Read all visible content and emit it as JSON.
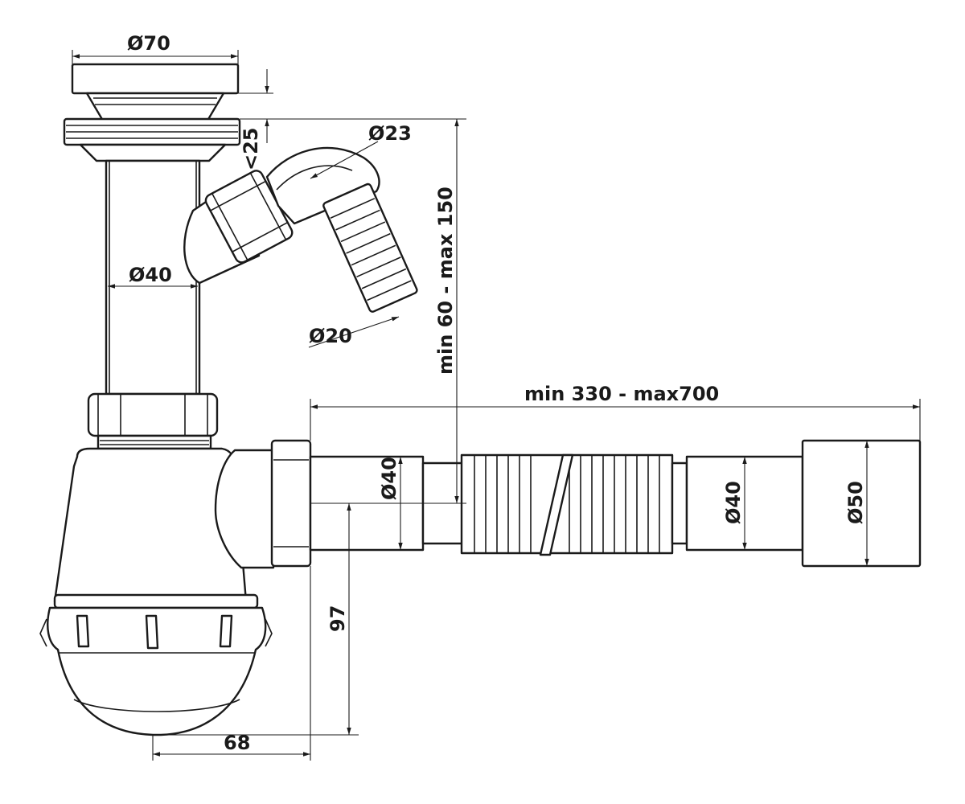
{
  "dimensions": {
    "top_plug_diameter": "Ø70",
    "flange_gap": "<25",
    "overflow_elbow_diameter": "Ø23",
    "pipe_diameter": "Ø40",
    "hose_tip_diameter": "Ø20",
    "overflow_height_range": "min 60 - max 150",
    "outlet_length_range": "min 330 - max700",
    "outlet_pipe_diameter": "Ø40",
    "corrugated_end_diameter": "Ø40",
    "socket_diameter": "Ø50",
    "outlet_height": "97",
    "bottle_offset": "68"
  },
  "colors": {
    "line": "#1a1a1a",
    "background": "#ffffff"
  }
}
